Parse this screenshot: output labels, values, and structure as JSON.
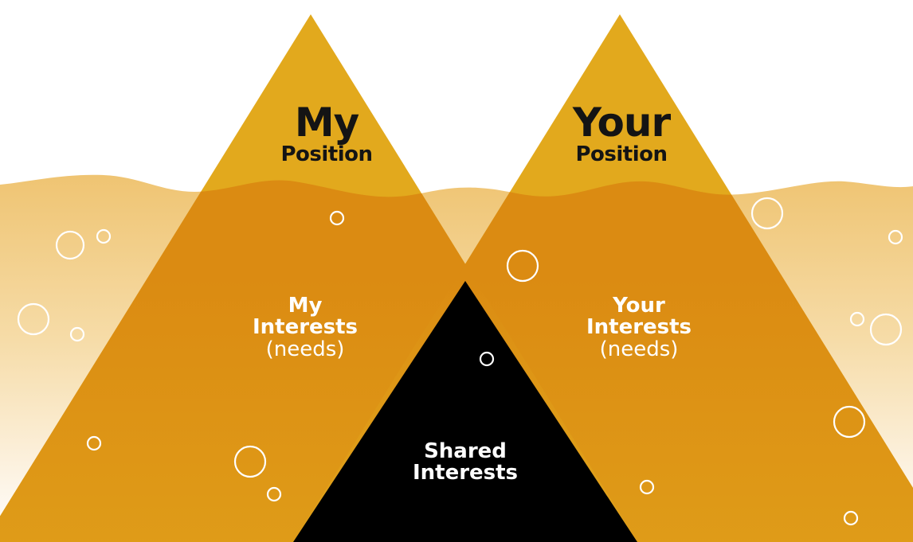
{
  "colors": {
    "water_top": "#efc472",
    "water_bottom": "#ffffff",
    "triangle_above": "#e2a91d",
    "triangle_under": "#db8b12",
    "shared": "#000000",
    "text_dark": "#141414",
    "text_light": "#ffffff",
    "bubble": "#ffffff"
  },
  "left": {
    "title": "My",
    "subtitle": "Position",
    "interests_line1": "My",
    "interests_line2": "Interests",
    "interests_line3": "(needs)"
  },
  "right": {
    "title": "Your",
    "subtitle": "Position",
    "interests_line1": "Your",
    "interests_line2": "Interests",
    "interests_line3": "(needs)"
  },
  "shared": {
    "line1": "Shared",
    "line2": "Interests"
  }
}
